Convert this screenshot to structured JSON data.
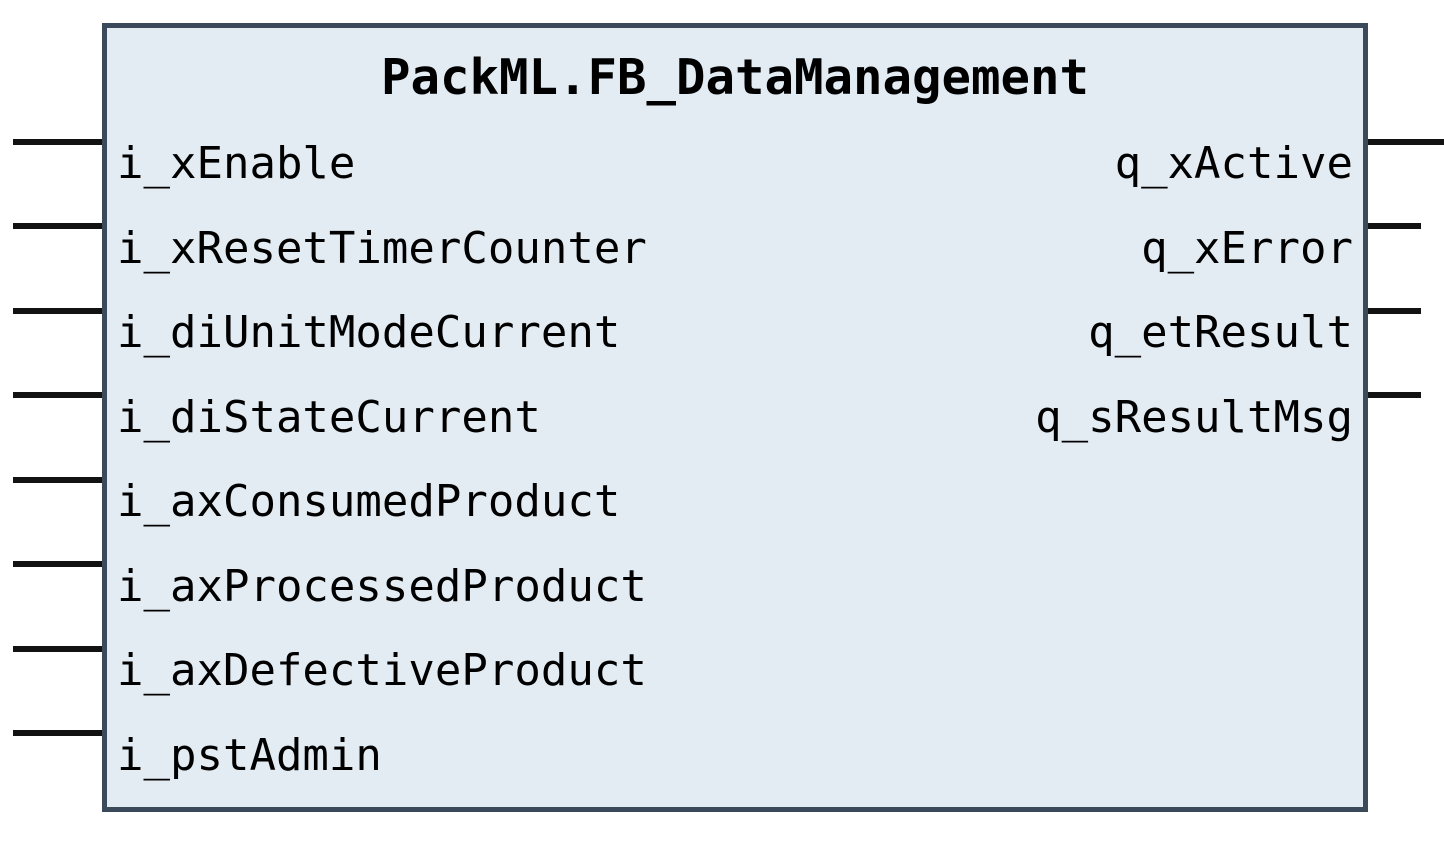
{
  "block": {
    "title": "PackML.FB_DataManagement",
    "fill_color": "#e3ecf3",
    "border_color": "#3a4a5a",
    "text_color": "#000000",
    "connector_color": "#121212",
    "background_color": "#ffffff"
  },
  "inputs": [
    {
      "label": "i_xEnable"
    },
    {
      "label": "i_xResetTimerCounter"
    },
    {
      "label": "i_diUnitModeCurrent"
    },
    {
      "label": "i_diStateCurrent"
    },
    {
      "label": "i_axConsumedProduct"
    },
    {
      "label": "i_axProcessedProduct"
    },
    {
      "label": "i_axDefectiveProduct"
    },
    {
      "label": "i_pstAdmin"
    }
  ],
  "outputs": [
    {
      "label": "q_xActive"
    },
    {
      "label": "q_xError"
    },
    {
      "label": "q_etResult"
    },
    {
      "label": "q_sResultMsg"
    }
  ]
}
